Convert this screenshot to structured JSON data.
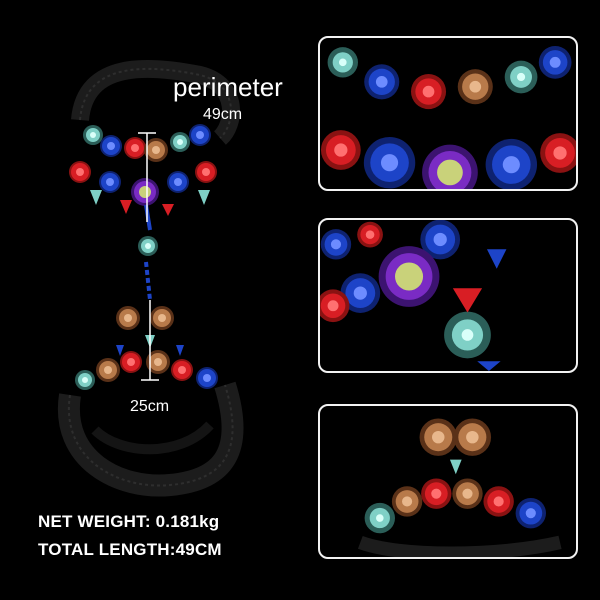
{
  "photo": {
    "perimeter_label": "perimeter",
    "perimeter_value": "49cm",
    "length_value": "25cm"
  },
  "specs": {
    "net_weight": "NET WEIGHT: 0.181kg",
    "total_length": "TOTAL LENGTH:49CM"
  },
  "colors": {
    "background": "#000000",
    "frame": "#f2f2f2",
    "gem_red": "#d81e24",
    "gem_blue": "#1d44c8",
    "gem_purple": "#7a2bc4",
    "gem_teal": "#7fd0c6",
    "gem_amber": "#b87a4a",
    "gem_yellow": "#c9d27a"
  },
  "detail_panels": [
    {
      "content": "close-up-necklace-cluster"
    },
    {
      "content": "close-up-center-stones"
    },
    {
      "content": "close-up-hand-cuff"
    }
  ]
}
